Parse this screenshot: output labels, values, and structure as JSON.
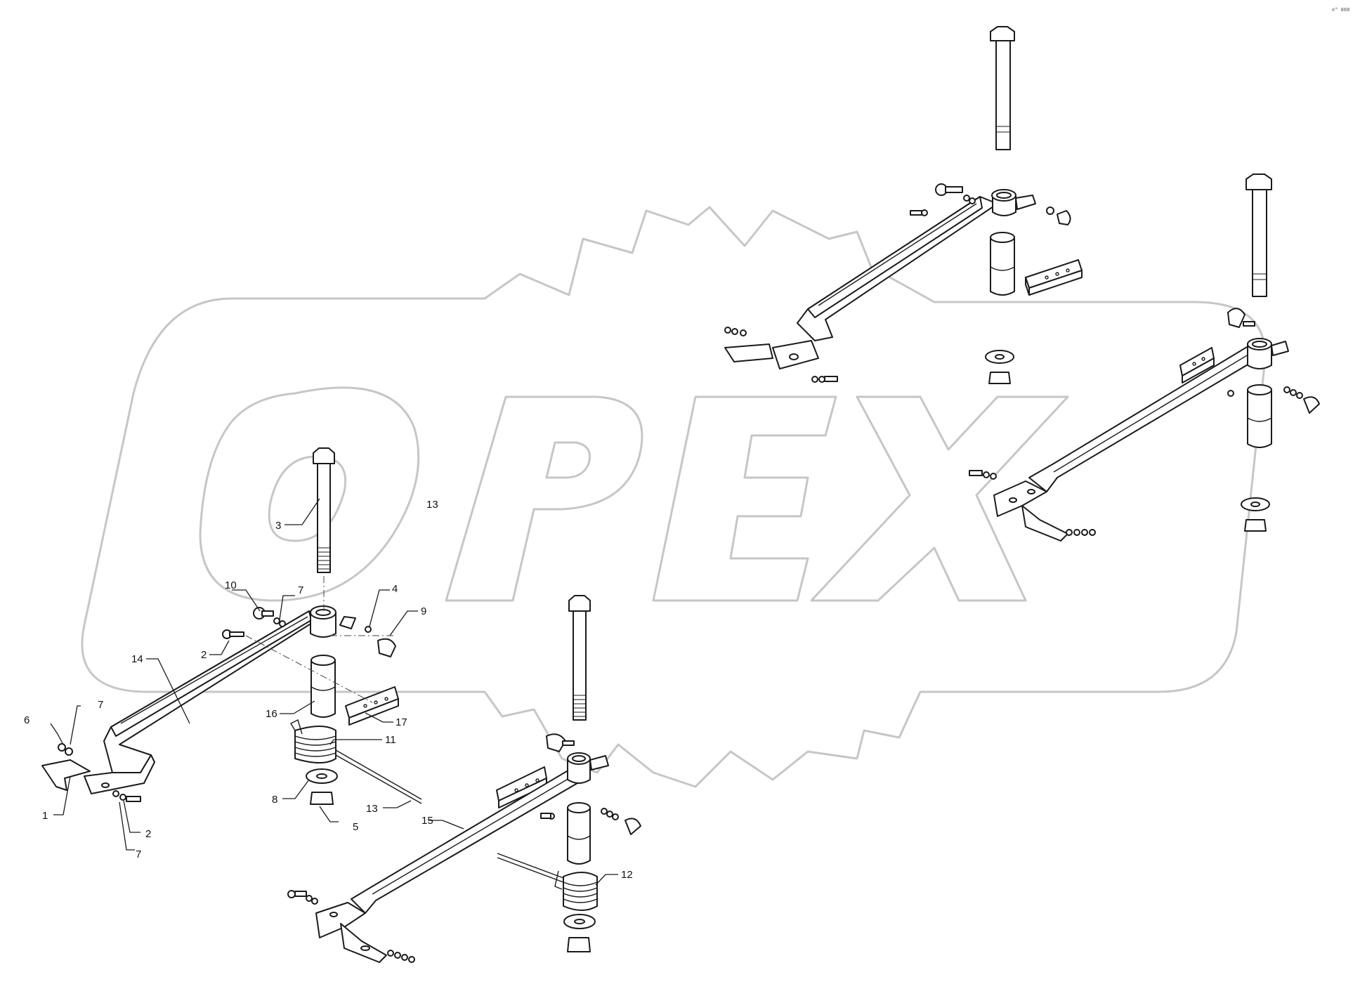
{
  "watermark": {
    "text": "OPEX",
    "color": "#c6c6c6"
  },
  "corner_code": "e° 888",
  "callouts": {
    "c1": "1",
    "c2a": "2",
    "c2b": "2",
    "c3": "3",
    "c4": "4",
    "c5": "5",
    "c6": "6",
    "c7a": "7",
    "c7b": "7",
    "c7c": "7",
    "c8": "8",
    "c9": "9",
    "c10": "10",
    "c11": "11",
    "c12": "12",
    "c13a": "13",
    "c13b": "13",
    "c14": "14",
    "c15": "15",
    "c16": "16",
    "c17": "17"
  }
}
